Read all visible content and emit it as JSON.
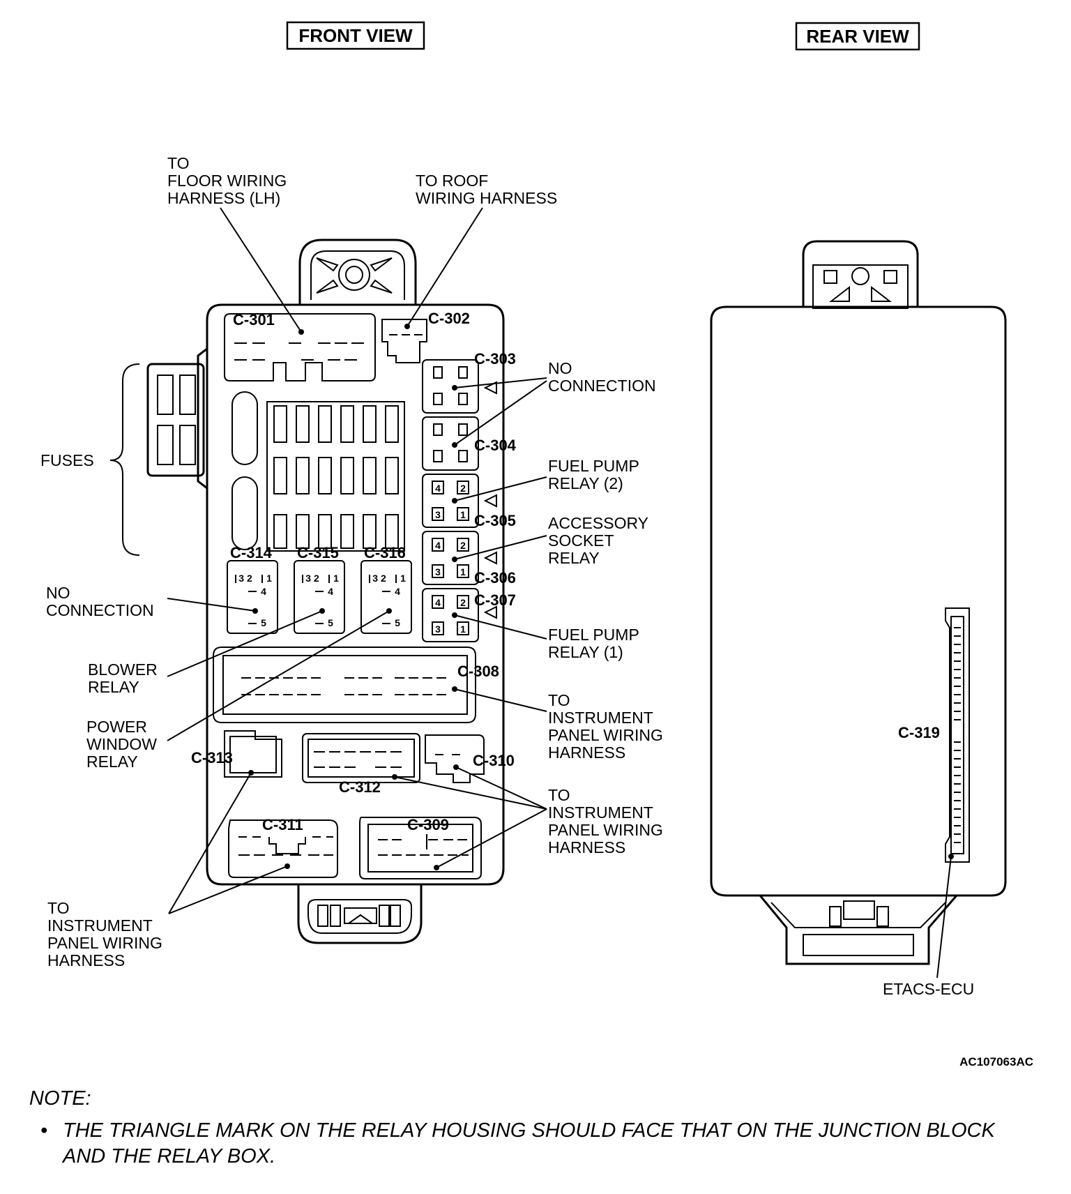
{
  "headers": {
    "front": "FRONT VIEW",
    "rear": "REAR VIEW"
  },
  "front_labels": {
    "floor_harness": [
      "TO",
      "FLOOR WIRING",
      "HARNESS (LH)"
    ],
    "roof_harness": [
      "TO ROOF",
      "WIRING HARNESS"
    ],
    "fuses": "FUSES",
    "no_connection_top": [
      "NO",
      "CONNECTION"
    ],
    "fuel_pump_relay_2": [
      "FUEL PUMP",
      "RELAY (2)"
    ],
    "accessory_socket_relay": [
      "ACCESSORY",
      "SOCKET",
      "RELAY"
    ],
    "fuel_pump_relay_1": [
      "FUEL PUMP",
      "RELAY (1)"
    ],
    "ip_harness_c308": [
      "TO",
      "INSTRUMENT",
      "PANEL WIRING",
      "HARNESS"
    ],
    "ip_harness_c310": [
      "TO",
      "INSTRUMENT",
      "PANEL WIRING",
      "HARNESS"
    ],
    "no_connection_left": [
      "NO",
      "CONNECTION"
    ],
    "blower_relay": [
      "BLOWER",
      "RELAY"
    ],
    "power_window_relay": [
      "POWER",
      "WINDOW",
      "RELAY"
    ],
    "ip_harness_bottom": [
      "TO",
      "INSTRUMENT",
      "PANEL WIRING",
      "HARNESS"
    ]
  },
  "connectors": {
    "c301": "C-301",
    "c302": "C-302",
    "c303": "C-303",
    "c304": "C-304",
    "c305": "C-305",
    "c306": "C-306",
    "c307": "C-307",
    "c308": "C-308",
    "c309": "C-309",
    "c310": "C-310",
    "c311": "C-311",
    "c312": "C-312",
    "c313": "C-313",
    "c314": "C-314",
    "c315": "C-315",
    "c316": "C-316",
    "c319": "C-319"
  },
  "relay_pins": {
    "large_relay": [
      "4",
      "2",
      "3",
      "1"
    ],
    "small_relay_top": "3 2",
    "small_relay_pin1": "1",
    "small_relay_pin4": "4",
    "small_relay_pin5": "5"
  },
  "rear_labels": {
    "etacs": "ETACS-ECU"
  },
  "figure_code": "AC107063AC",
  "note": {
    "heading": "NOTE:",
    "bullet": "•",
    "lines": [
      "THE TRIANGLE MARK ON THE RELAY HOUSING SHOULD FACE THAT ON THE JUNCTION BLOCK",
      "AND THE RELAY BOX."
    ]
  }
}
